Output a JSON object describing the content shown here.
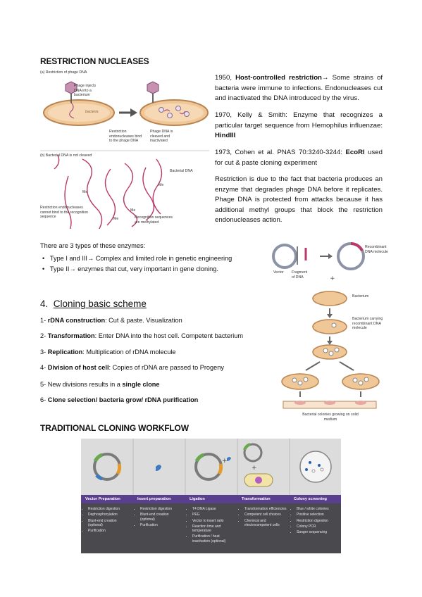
{
  "heading_restriction": "RESTRICTION NUCLEASES",
  "fig1": {
    "panel_a": "(a) Restriction of phage DNA",
    "phage_injects": "Phage injects DNA into a bacterium",
    "bacteria": "bacteria",
    "restriction_bind": "Restriction endonucleases bind to the phage DNA",
    "phage_cleaved": "Phage DNA is cleaved and inactivated",
    "panel_b": "(b) Bacterial DNA is not cleaved",
    "bacterial_dna": "Bacterial DNA",
    "me": "Me",
    "cannot_bind": "Restriction endonucleases cannot bind to the recognition sequence",
    "methylated": "Recognition sequences are methylated"
  },
  "history": [
    {
      "lead": "1950, ",
      "bold": "Host-controlled restriction",
      "rest": "→ Some strains of bacteria were immune to infections. Endonucleases cut and inactivated the DNA introduced by the virus."
    },
    {
      "lead": "1970, Kelly & Smith: Enzyme that recognizes a particular target sequence from Hemophilus influenzae: ",
      "bold": "HindIII",
      "rest": ""
    },
    {
      "lead": "1973, Cohen et al. PNAS 70:3240-3244: ",
      "bold": "EcoRI",
      "rest": " used for cut & paste cloning experiment"
    }
  ],
  "restriction_text": "Restriction is due to the fact that bacteria produces an enzyme that degrades phage DNA before it replicates. Phage DNA is protected from attacks because it has additional methyl groups that block the restriction endonucleases action.",
  "types_intro": "There are 3 types of these enzymes:",
  "types": [
    "Type I and III→ Complex and limited role in genetic engineering",
    "Type II→ enzymes that cut, very important in gene cloning."
  ],
  "fig2": {
    "vector": "Vector",
    "fragment": "Fragment of DNA",
    "recombinant": "Recombinant DNA molecule",
    "bacterium": "Bacterium",
    "carrying": "Bacterium carrying recombinant DNA molecule",
    "colonies": "Bacterial colonies growing on solid medium"
  },
  "section_num": "4.",
  "section_title": "Cloning basic scheme",
  "steps": [
    {
      "num": "1- ",
      "bold": "rDNA construction",
      "rest": ": Cut & paste. Visualization"
    },
    {
      "num": "2- ",
      "bold": "Transformation",
      "rest": ": Enter DNA into the host cell. Competent bacterium"
    },
    {
      "num": "3- ",
      "bold": "Replication",
      "rest": ": Multiplication of rDNA molecule"
    },
    {
      "num": "4- ",
      "bold": "Division of host cell",
      "rest": ": Copies of rDNA are passed to Progeny"
    },
    {
      "num": "5- New divisions results in a ",
      "bold": "single clone",
      "rest": ""
    },
    {
      "num": "6- ",
      "bold": "Clone selection/ bacteria grow/ rDNA purification",
      "rest": ""
    }
  ],
  "heading_workflow": "TRADITIONAL CLONING WORKFLOW",
  "workflow": [
    {
      "title": "Vector Preparation",
      "items": [
        "Restriction digestion",
        "Dephosphorylation",
        "Blunt-end creation (optional)",
        "Purification"
      ]
    },
    {
      "title": "Insert preparation",
      "items": [
        "Restriction digestion",
        "Blunt-end creation (optional)",
        "Purification"
      ]
    },
    {
      "title": "Ligation",
      "items": [
        "T4 DNA Ligase",
        "PEG",
        "Vector to insert ratio",
        "Reaction time and temperature",
        "Purification / heat inactivation (optional)"
      ]
    },
    {
      "title": "Transformation",
      "items": [
        "Transformation efficiencies",
        "Competent cell choices",
        "Chemical and electrocompetent cells"
      ]
    },
    {
      "title": "Colony screening",
      "items": [
        "Blue / white colonies",
        "Positive selection",
        "Restriction digestion",
        "Colony PCR",
        "Sanger sequencing"
      ]
    }
  ],
  "colors": {
    "workflow_band": "#5a3f8e",
    "workflow_dark": "#4a4a4e",
    "workflow_top": "#d9d9d9"
  }
}
